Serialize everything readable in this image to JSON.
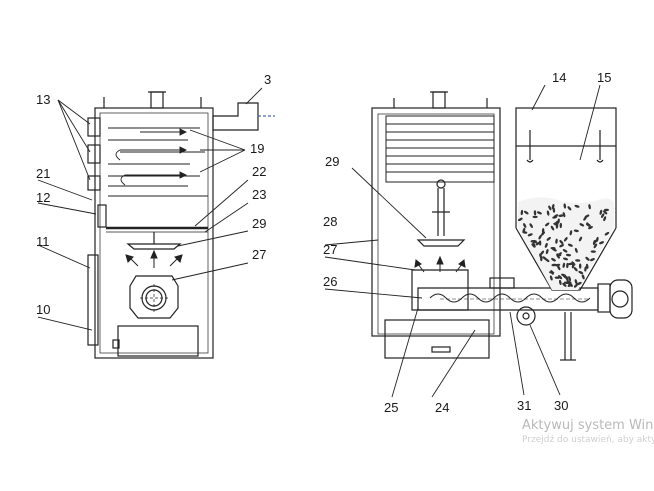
{
  "labels": {
    "l3": "3",
    "l10": "10",
    "l11": "11",
    "l12": "12",
    "l13": "13",
    "l14": "14",
    "l15": "15",
    "l19": "19",
    "l21": "21",
    "l22": "22",
    "l23": "23",
    "l24": "24",
    "l25": "25",
    "l26": "26",
    "l27": "27",
    "l28": "28",
    "l29a": "29",
    "l29b": "29",
    "l30": "30",
    "l31": "31"
  },
  "watermark": {
    "line1": "Aktywuj system Windo",
    "line2": "Przejdź do ustawień, aby aktyw"
  }
}
